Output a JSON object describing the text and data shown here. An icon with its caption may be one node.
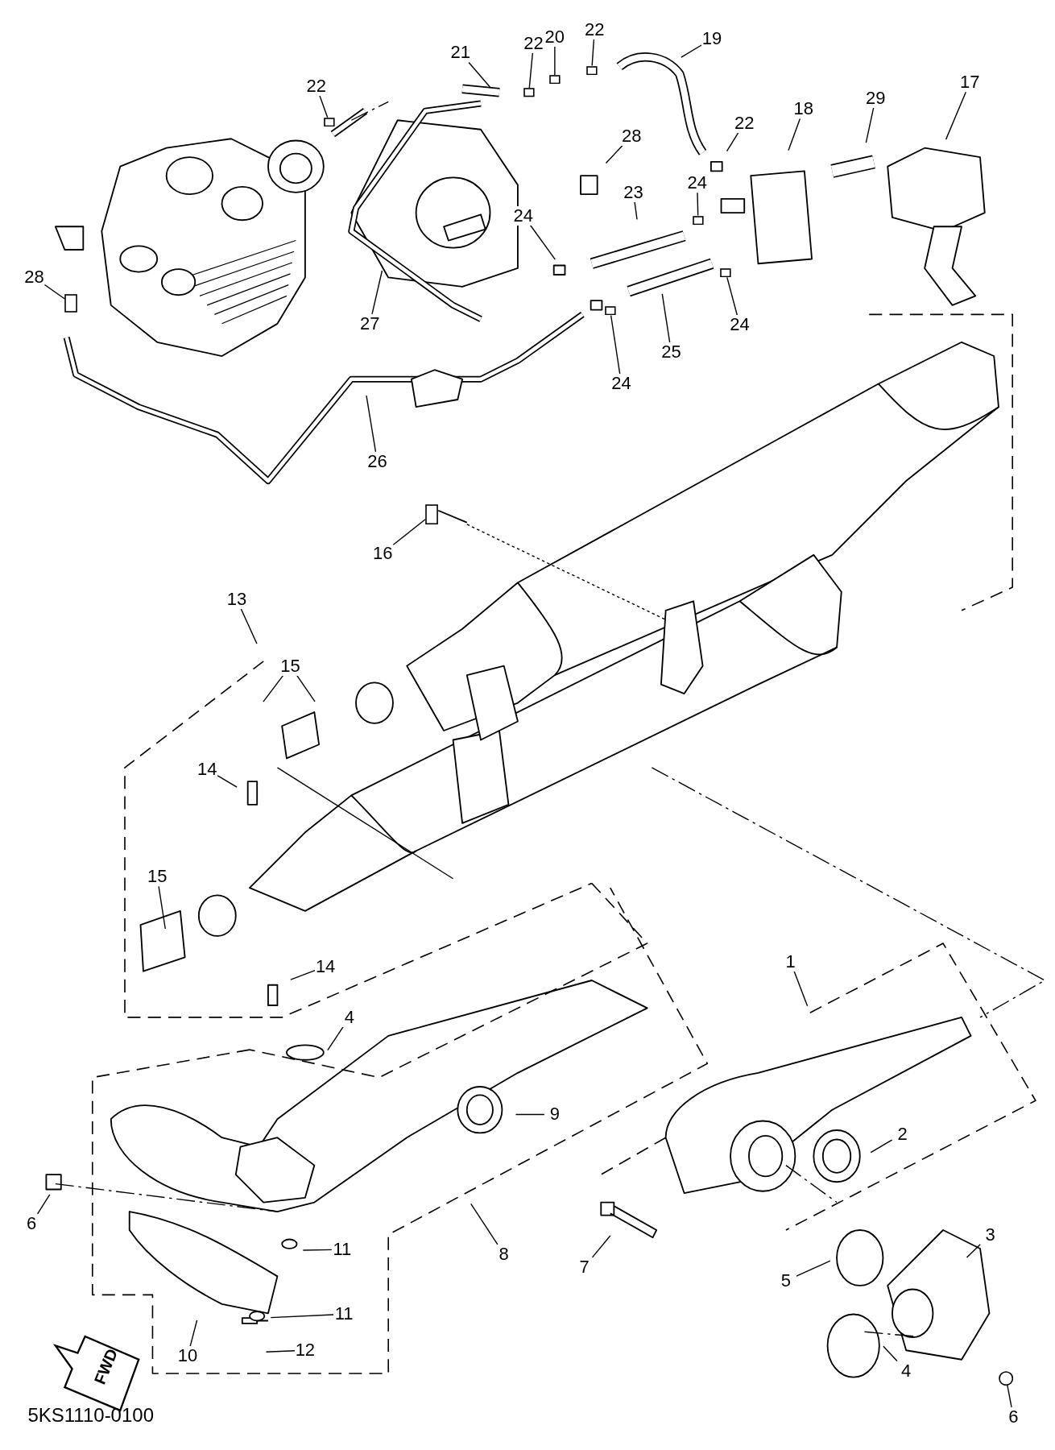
{
  "diagram": {
    "nodes": [
      {
        "text": [
          "21"
        ]
      },
      {
        "text": [
          "22"
        ]
      },
      {
        "text": [
          "20"
        ]
      },
      {
        "text": [
          "22"
        ]
      },
      {
        "text": [
          "19"
        ]
      },
      {
        "text": [
          "22"
        ]
      },
      {
        "text": [
          "28"
        ]
      },
      {
        "text": [
          "22"
        ]
      },
      {
        "text": [
          "18"
        ]
      },
      {
        "text": [
          "29"
        ]
      },
      {
        "text": [
          "17"
        ]
      },
      {
        "text": [
          "24"
        ]
      },
      {
        "text": [
          "23"
        ]
      },
      {
        "text": [
          "24"
        ]
      },
      {
        "text": [
          "28"
        ]
      },
      {
        "text": [
          "27"
        ]
      },
      {
        "text": [
          "24"
        ]
      },
      {
        "text": [
          "25"
        ]
      },
      {
        "text": [
          "24"
        ]
      },
      {
        "text": [
          "26"
        ]
      },
      {
        "text": [
          "16"
        ]
      },
      {
        "text": [
          "13"
        ]
      },
      {
        "text": [
          "15"
        ]
      },
      {
        "text": [
          "14"
        ]
      },
      {
        "text": [
          "15"
        ]
      },
      {
        "text": [
          "14"
        ]
      },
      {
        "text": [
          "1"
        ]
      },
      {
        "text": [
          "4"
        ]
      },
      {
        "text": [
          "9"
        ]
      },
      {
        "text": [
          "2"
        ]
      },
      {
        "text": [
          "6"
        ]
      },
      {
        "text": [
          "8"
        ]
      },
      {
        "text": [
          "11"
        ]
      },
      {
        "text": [
          "7"
        ]
      },
      {
        "text": [
          "3"
        ]
      },
      {
        "text": [
          "5"
        ]
      },
      {
        "text": [
          "11"
        ]
      },
      {
        "text": [
          "12"
        ]
      },
      {
        "text": [
          "10"
        ]
      },
      {
        "text": [
          "4"
        ]
      },
      {
        "text": [
          "6"
        ]
      },
      {
        "text": [],
        "shape": "box"
      },
      {
        "text": [],
        "shape": "box"
      },
      {
        "text": [],
        "shape": "box"
      },
      {
        "text": [],
        "shape": "box"
      },
      {
        "text": [],
        "shape": "box"
      },
      {
        "text": [],
        "shape": "box"
      },
      {
        "text": [],
        "shape": "box"
      },
      {
        "text": [],
        "shape": "box"
      },
      {
        "text": [],
        "shape": "box"
      },
      {
        "text": [],
        "shape": "circle"
      }
    ],
    "edges": [
      {
        "from": 0,
        "to": null,
        "arrow": "none"
      },
      {
        "from": 1,
        "to": 41,
        "arrow": "none"
      },
      {
        "from": 2,
        "to": 42,
        "arrow": "none"
      },
      {
        "from": 3,
        "to": 43,
        "arrow": "none"
      },
      {
        "from": 4,
        "to": null,
        "arrow": "none"
      },
      {
        "from": 5,
        "to": 44,
        "arrow": "none"
      },
      {
        "from": 6,
        "to": null,
        "arrow": "none"
      },
      {
        "from": 7,
        "to": null,
        "arrow": "none"
      },
      {
        "from": 8,
        "to": null,
        "arrow": "none"
      },
      {
        "from": 9,
        "to": null,
        "arrow": "none"
      },
      {
        "from": 10,
        "to": null,
        "arrow": "none"
      },
      {
        "from": 11,
        "to": 45,
        "arrow": "none"
      },
      {
        "from": 12,
        "to": null,
        "arrow": "none"
      },
      {
        "from": 13,
        "to": null,
        "arrow": "none"
      },
      {
        "from": 14,
        "to": 46,
        "arrow": "none"
      },
      {
        "from": 15,
        "to": null,
        "arrow": "none"
      },
      {
        "from": 16,
        "to": 47,
        "arrow": "none"
      },
      {
        "from": 17,
        "to": null,
        "arrow": "none"
      },
      {
        "from": 18,
        "to": 48,
        "arrow": "none"
      },
      {
        "from": 19,
        "to": null,
        "arrow": "none"
      },
      {
        "from": 20,
        "to": 49,
        "arrow": "none"
      },
      {
        "from": 21,
        "to": null,
        "arrow": "none"
      },
      {
        "from": 22,
        "to": null,
        "arrow": "none"
      },
      {
        "from": 22,
        "to": null,
        "arrow": "none"
      },
      {
        "from": 23,
        "to": null,
        "arrow": "none"
      },
      {
        "from": 24,
        "to": null,
        "arrow": "none"
      },
      {
        "from": 25,
        "to": null,
        "arrow": "none"
      },
      {
        "from": 26,
        "to": null,
        "arrow": "none"
      },
      {
        "from": 27,
        "to": null,
        "arrow": "none"
      },
      {
        "from": 28,
        "to": null,
        "arrow": "none"
      },
      {
        "from": 29,
        "to": null,
        "arrow": "none"
      },
      {
        "from": 30,
        "to": null,
        "arrow": "none"
      },
      {
        "from": 31,
        "to": null,
        "arrow": "none"
      },
      {
        "from": 32,
        "to": null,
        "arrow": "none"
      },
      {
        "from": 33,
        "to": null,
        "arrow": "none"
      },
      {
        "from": 34,
        "to": null,
        "arrow": "none"
      },
      {
        "from": 35,
        "to": null,
        "arrow": "none"
      },
      {
        "from": 36,
        "to": null,
        "arrow": "none"
      },
      {
        "from": 37,
        "to": null,
        "arrow": "none"
      },
      {
        "from": 38,
        "to": null,
        "arrow": "none"
      },
      {
        "from": 39,
        "to": null,
        "arrow": "none"
      },
      {
        "from": 40,
        "to": 50,
        "arrow": "none"
      }
    ],
    "labels": [
      "FWD",
      "5KS1110-0100"
    ]
  }
}
